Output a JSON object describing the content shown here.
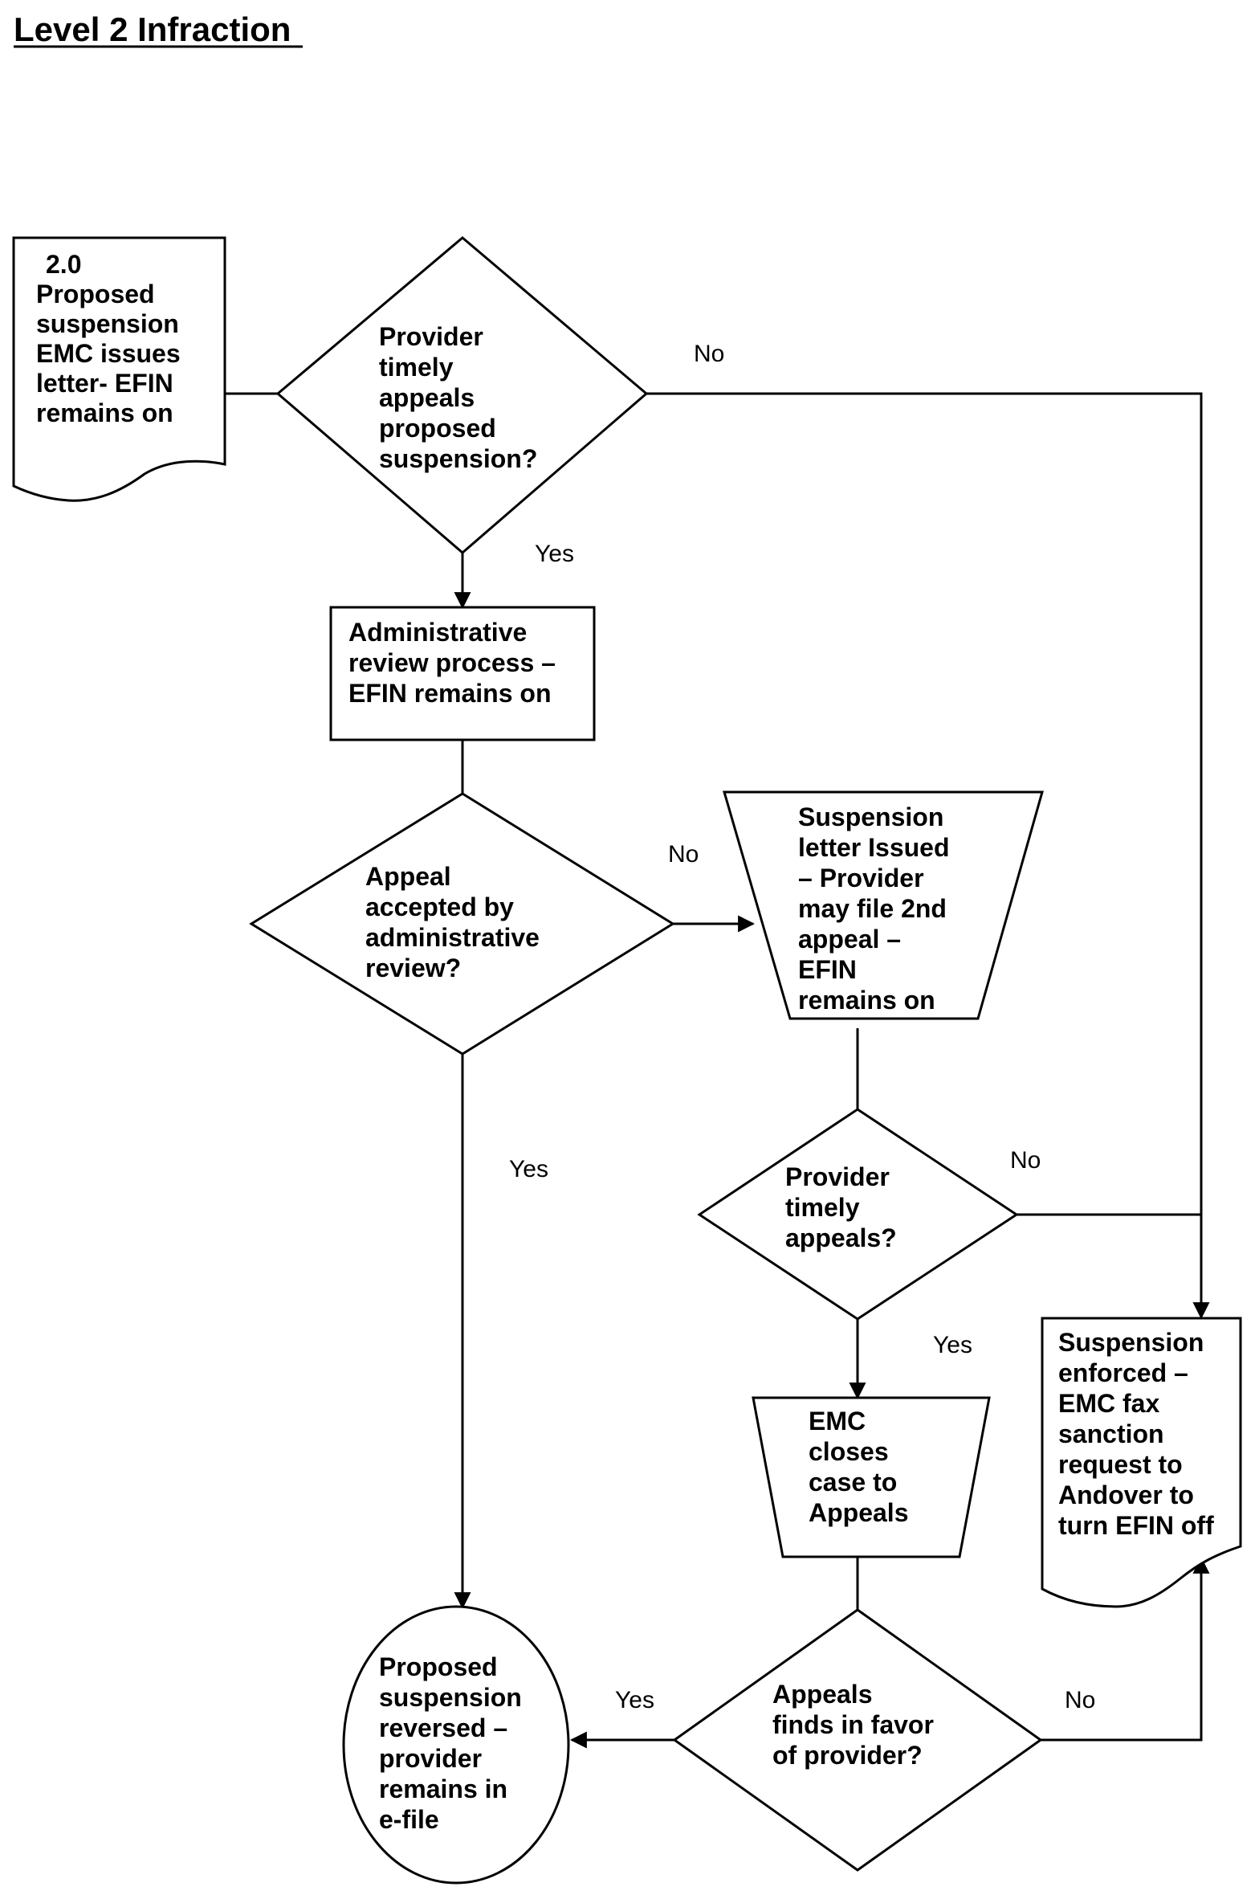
{
  "title": "Level 2 Infraction",
  "nodes": {
    "start": [
      "2.0",
      "Proposed",
      "suspension",
      "EMC issues",
      "letter- EFIN",
      "remains on"
    ],
    "d1": [
      "Provider",
      "timely",
      "appeals",
      "proposed",
      "suspension?"
    ],
    "admin": [
      "Administrative",
      "review process –",
      "EFIN remains on"
    ],
    "d2": [
      "Appeal",
      "accepted by",
      "administrative",
      "review?"
    ],
    "susp_letter": [
      "Suspension",
      "letter Issued",
      "– Provider",
      "may file 2nd",
      "appeal –",
      "EFIN",
      "remains on"
    ],
    "d3": [
      "Provider",
      "timely",
      "appeals?"
    ],
    "enforced": [
      "Suspension",
      "enforced –",
      "EMC fax",
      "sanction",
      "request to",
      "Andover to",
      "turn EFIN off"
    ],
    "closes": [
      "EMC",
      "closes",
      "case to",
      "Appeals"
    ],
    "d4": [
      "Appeals",
      "finds in favor",
      "of provider?"
    ],
    "reversed": [
      "Proposed",
      "suspension",
      "reversed –",
      "provider",
      "remains in",
      "e-file"
    ]
  },
  "edges": {
    "d1_no": "No",
    "d1_yes": "Yes",
    "d2_no": "No",
    "d2_yes": "Yes",
    "d3_no": "No",
    "d3_yes": "Yes",
    "d4_yes": "Yes",
    "d4_no": "No"
  }
}
